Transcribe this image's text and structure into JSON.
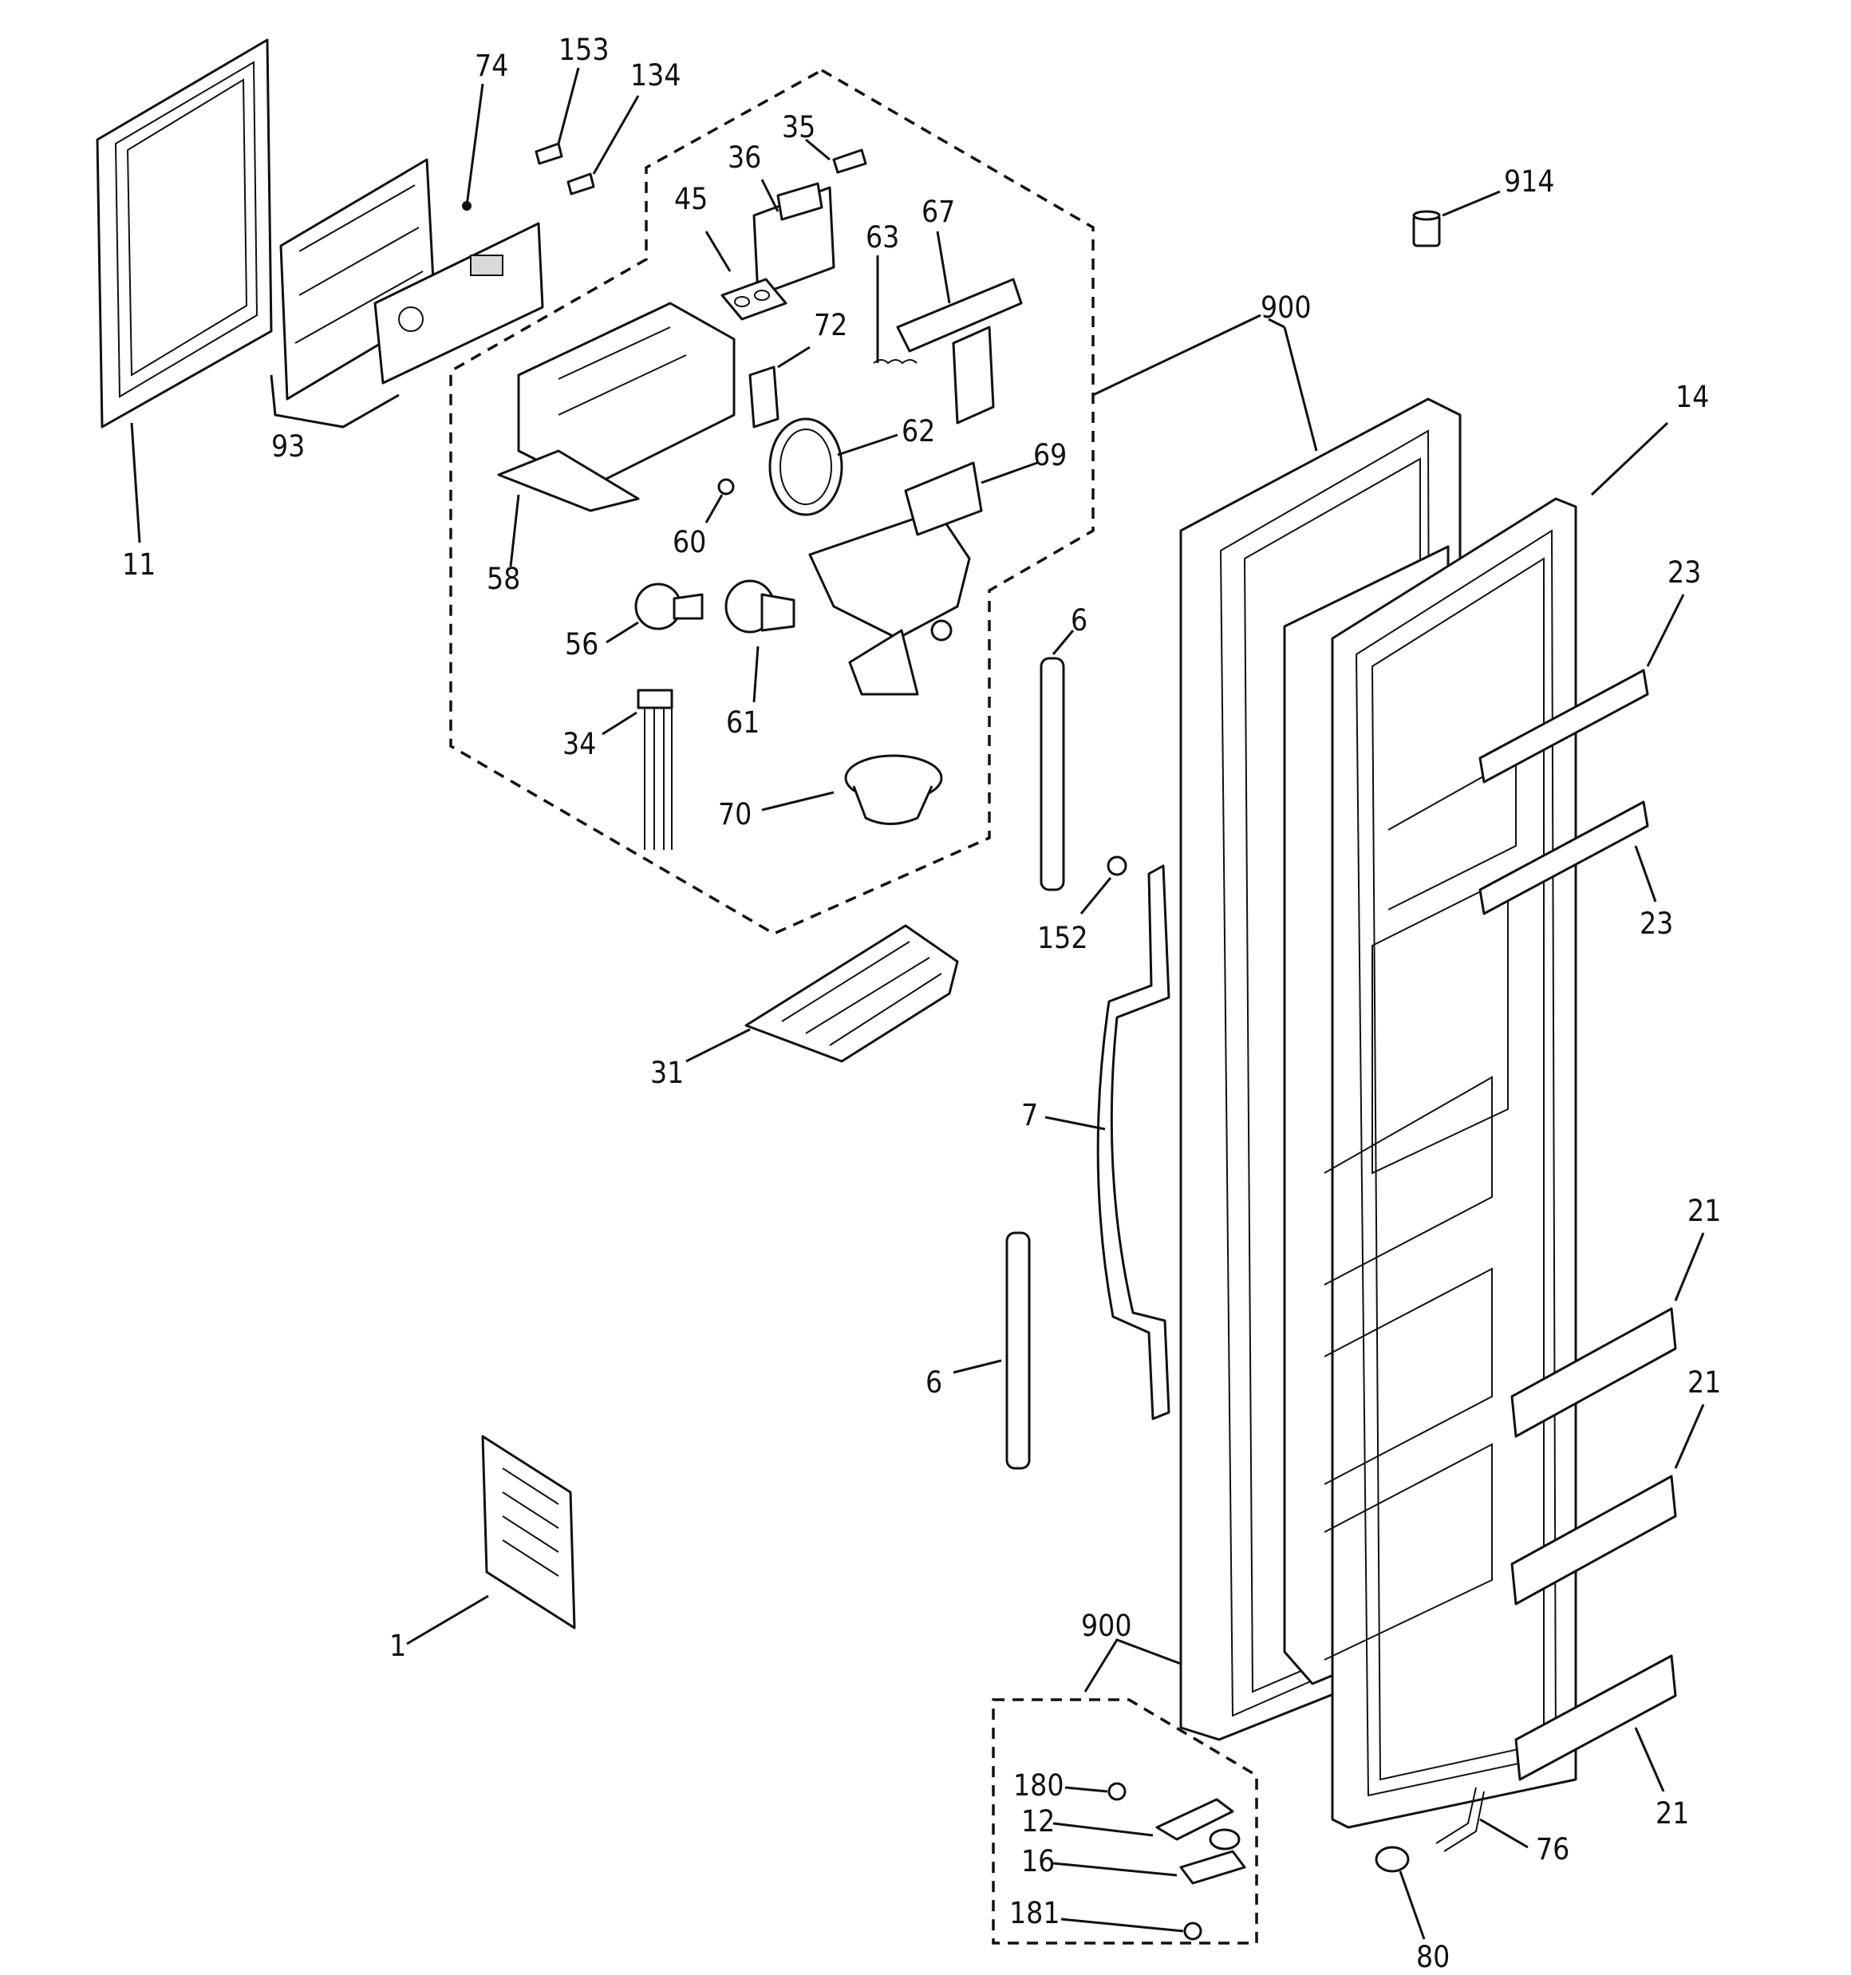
{
  "colors": {
    "ink": "#111111",
    "paper": "#ffffff",
    "shade": "#d9d9d9"
  },
  "callouts": {
    "c11": "11",
    "c93": "93",
    "c74": "74",
    "c153": "153",
    "c134": "134",
    "c35": "35",
    "c36": "36",
    "c45": "45",
    "c63": "63",
    "c67": "67",
    "c72": "72",
    "c62": "62",
    "c69": "69",
    "c60": "60",
    "c58": "58",
    "c56": "56",
    "c61": "61",
    "c34": "34",
    "c70": "70",
    "c31": "31",
    "c6a": "6",
    "c6b": "6",
    "c152": "152",
    "c7": "7",
    "c900a": "900",
    "c900b": "900",
    "c914": "914",
    "c14": "14",
    "c23a": "23",
    "c23b": "23",
    "c21a": "21",
    "c21b": "21",
    "c21c": "21",
    "c1": "1",
    "c180": "180",
    "c12": "12",
    "c16": "16",
    "c181": "181",
    "c76": "76",
    "c80": "80"
  }
}
